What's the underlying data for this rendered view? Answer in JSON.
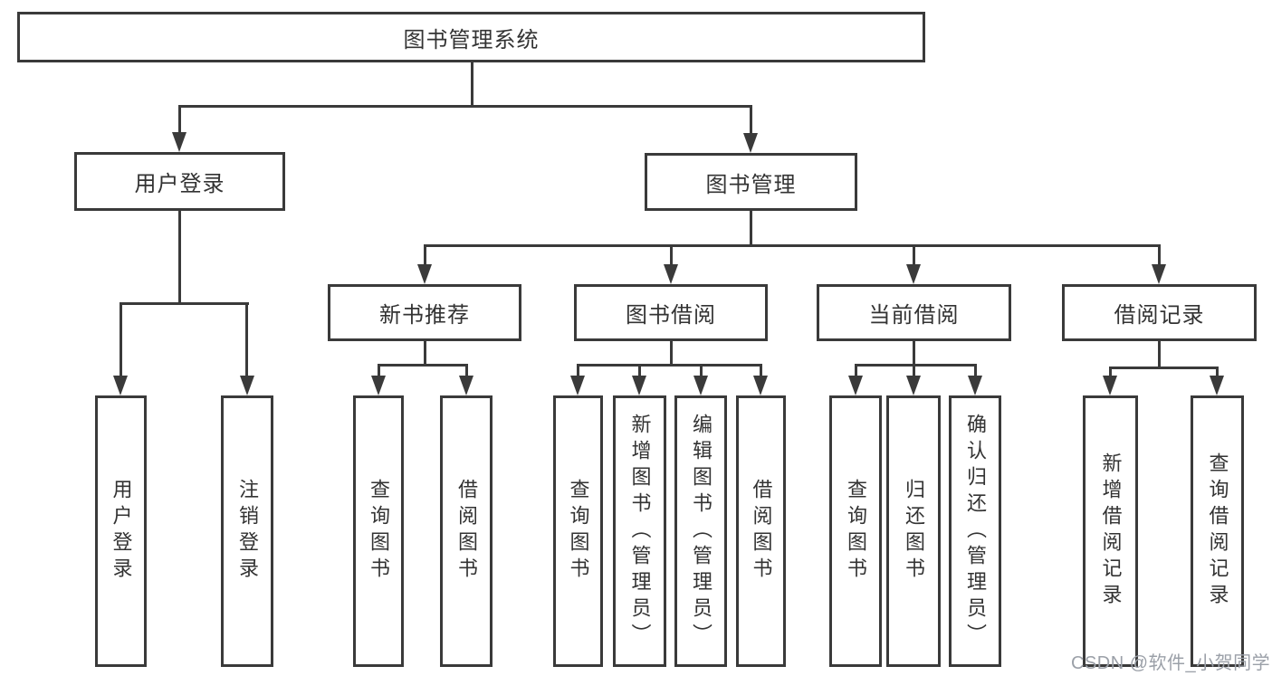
{
  "diagram": {
    "root": {
      "label": "图书管理系统"
    },
    "branches": [
      {
        "label": "用户登录",
        "children": [
          {
            "label": "用户登录"
          },
          {
            "label": "注销登录"
          }
        ]
      },
      {
        "label": "图书管理",
        "children": [
          {
            "label": "新书推荐",
            "children": [
              {
                "label": "查询图书"
              },
              {
                "label": "借阅图书"
              }
            ]
          },
          {
            "label": "图书借阅",
            "children": [
              {
                "label": "查询图书"
              },
              {
                "label": "新增图书（管理员）"
              },
              {
                "label": "编辑图书（管理员）"
              },
              {
                "label": "借阅图书"
              }
            ]
          },
          {
            "label": "当前借阅",
            "children": [
              {
                "label": "查询图书"
              },
              {
                "label": "归还图书"
              },
              {
                "label": "确认归还（管理员）"
              }
            ]
          },
          {
            "label": "借阅记录",
            "children": [
              {
                "label": "新增借阅记录"
              },
              {
                "label": "查询借阅记录"
              }
            ]
          }
        ]
      }
    ]
  },
  "watermark": {
    "text": "CSDN @软件_小贺同学"
  },
  "colors": {
    "line": "#3a3a3a",
    "text": "#333333",
    "watermark": "#9ba0a8",
    "background": "#ffffff"
  }
}
